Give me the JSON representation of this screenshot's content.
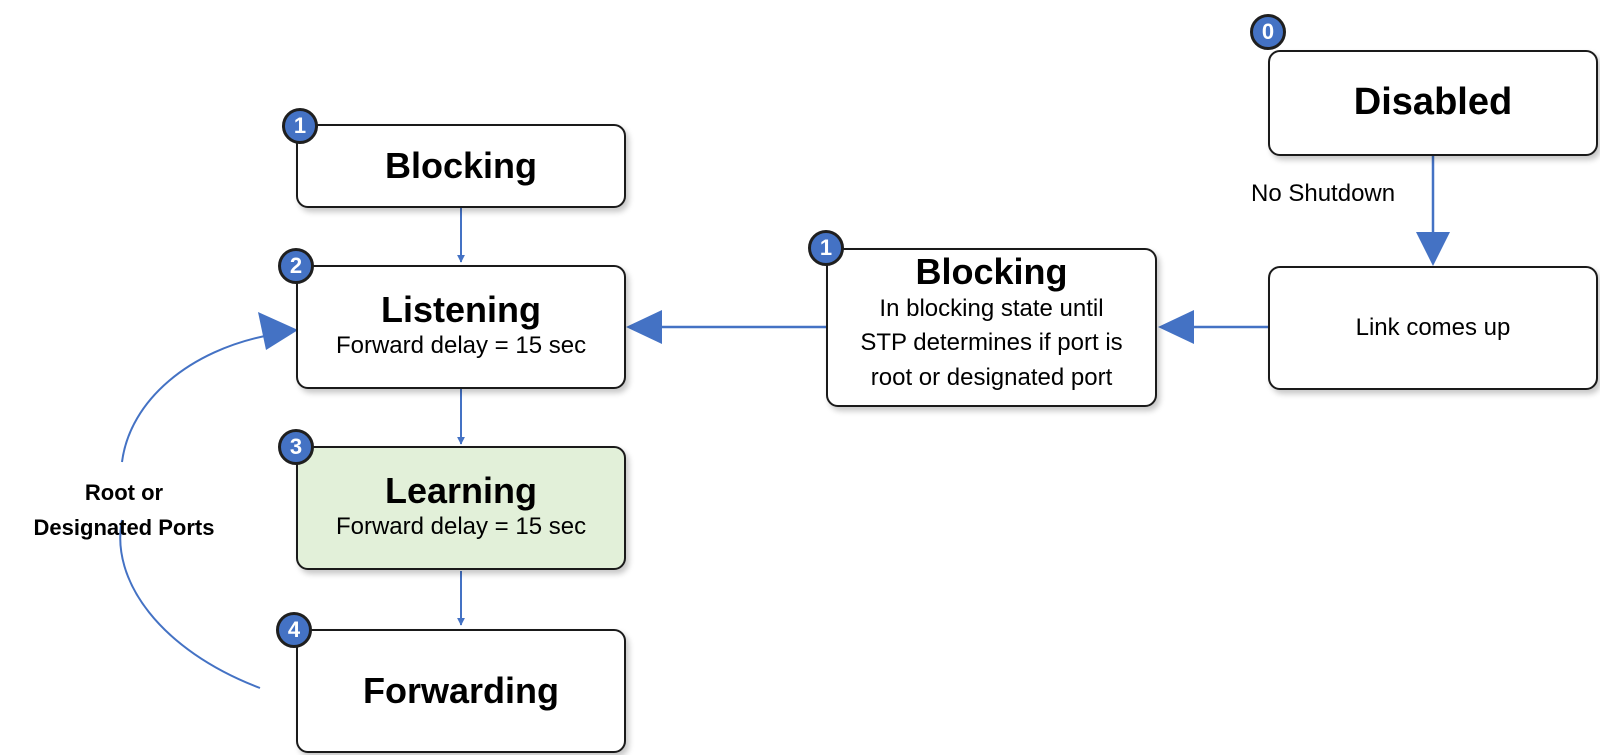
{
  "nodes": {
    "disabled": {
      "badge": "0",
      "title": "Disabled"
    },
    "link_up": {
      "text": "Link comes up"
    },
    "blocking_mid": {
      "badge": "1",
      "title": "Blocking",
      "lines": [
        "In blocking state until",
        "STP determines if port is",
        "root or designated port"
      ]
    },
    "blocking_left": {
      "badge": "1",
      "title": "Blocking"
    },
    "listening": {
      "badge": "2",
      "title": "Listening",
      "detail": "Forward delay = 15 sec"
    },
    "learning": {
      "badge": "3",
      "title": "Learning",
      "detail": "Forward delay = 15 sec"
    },
    "forwarding": {
      "badge": "4",
      "title": "Forwarding"
    }
  },
  "edge_labels": {
    "no_shutdown": "No Shutdown"
  },
  "loop_label": [
    "Root or",
    "Designated Ports"
  ],
  "colors": {
    "arrow": "#4472c4",
    "badge": "#4472c4",
    "learning_fill": "#e2f0d9",
    "border": "#1a1a1a"
  }
}
